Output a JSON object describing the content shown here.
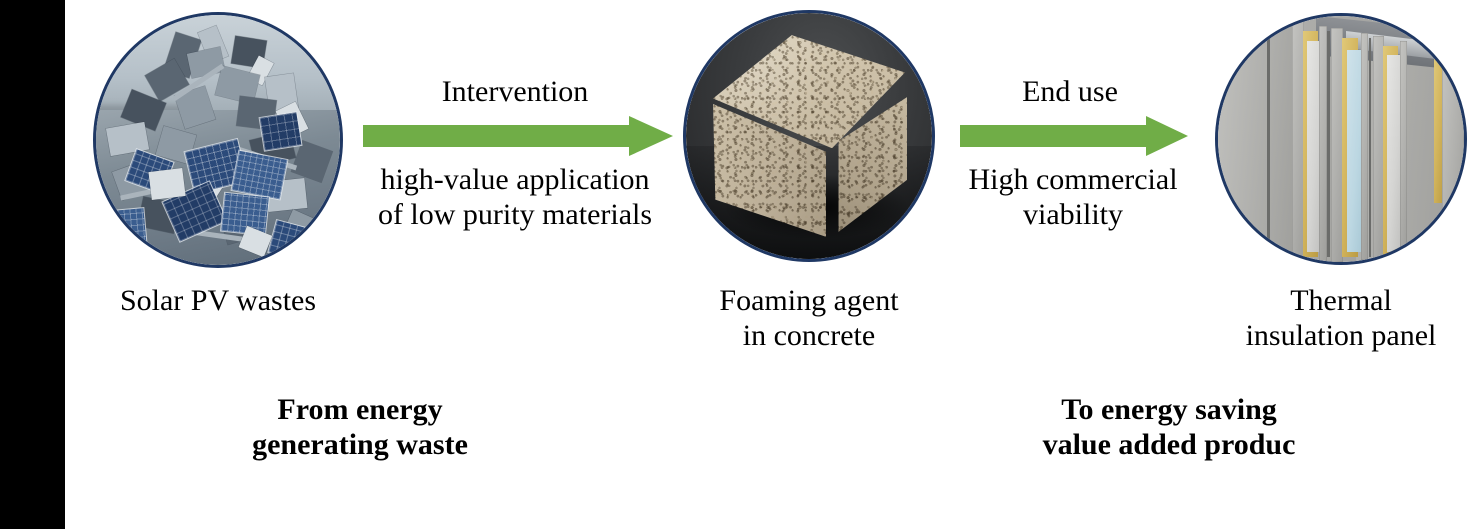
{
  "figure": {
    "title": "Solar PV waste to thermal insulation panel value chain",
    "background_color": "#ffffff",
    "left_band_color": "#000000",
    "arrow_color": "#70AD47",
    "disc_border_color": "#1F3864"
  },
  "stages": [
    {
      "id": "solar-pv-wastes",
      "image_name": "solar-pv-waste-pile-photo",
      "image_alt": "Pile of broken and discarded solar photovoltaic panels",
      "caption": "Solar PV wastes"
    },
    {
      "id": "foaming-agent-in-concrete",
      "image_name": "foamed-concrete-cube-photo",
      "image_alt": "Beige porous foamed concrete cube on a dark surface",
      "caption": "Foaming agent\nin concrete"
    },
    {
      "id": "thermal-insulation-panel",
      "image_name": "insulation-panel-stack-photo",
      "image_alt": "Sandwich thermal insulation panels standing upright with yellow core",
      "caption": "Thermal\ninsulation panel"
    }
  ],
  "arrows": [
    {
      "id": "arrow-intervention",
      "label_above": "Intervention",
      "label_below": "high-value application\nof low purity materials",
      "color": "#70AD47"
    },
    {
      "id": "arrow-end-use",
      "label_above": "End use",
      "label_below": "High commercial\nviability",
      "color": "#70AD47"
    }
  ],
  "summary": {
    "from_label": "From energy\ngenerating waste",
    "to_label": "To energy saving\nvalue added produc"
  }
}
